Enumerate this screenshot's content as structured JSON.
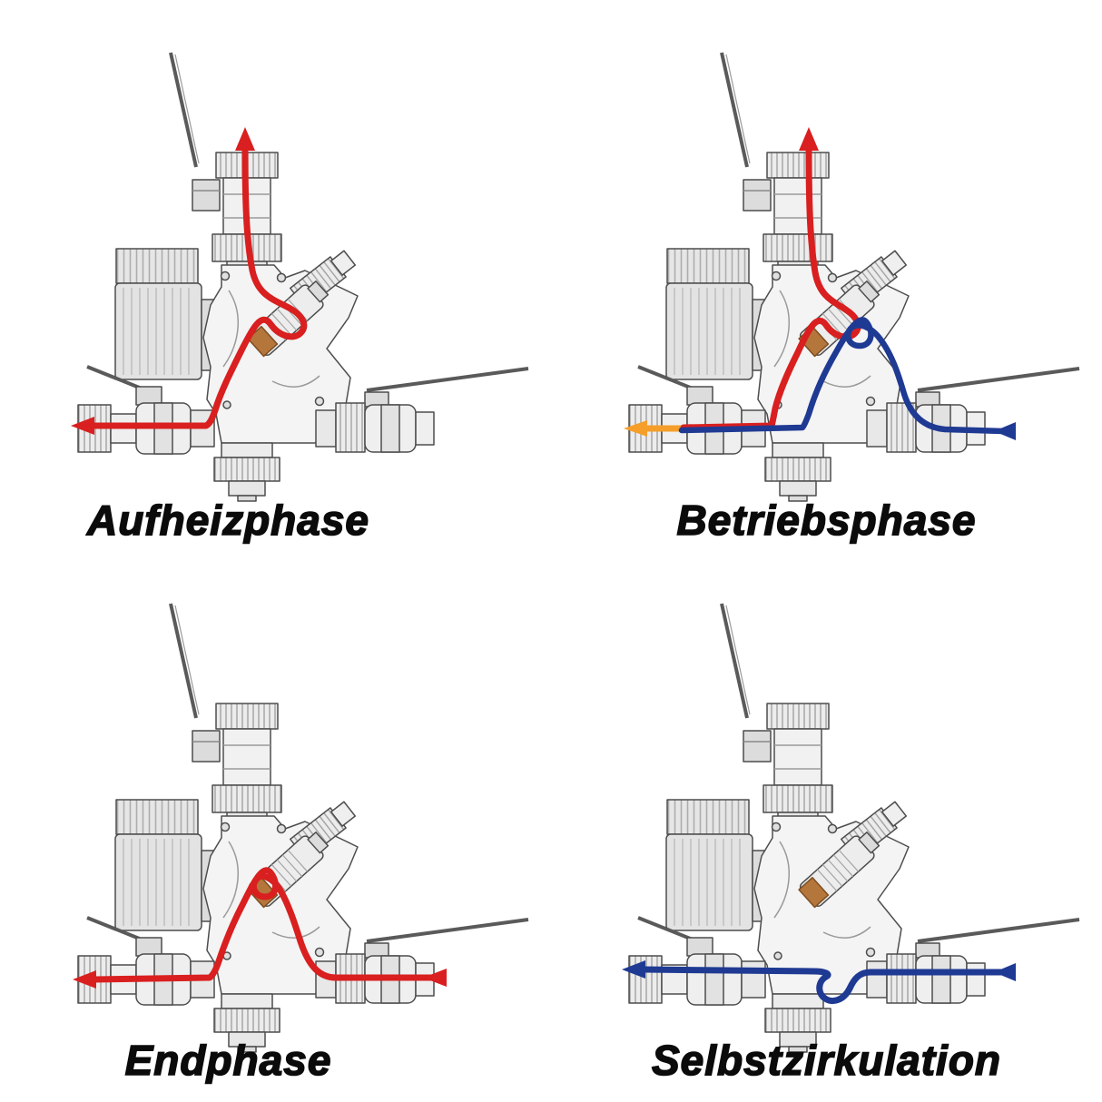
{
  "diagram": {
    "panels": [
      {
        "id": "aufheizphase",
        "label": "Aufheizphase",
        "flows": [
          {
            "name": "hot-circulation",
            "color_ref": "hot",
            "arrows": [
              "up-at-top-pipe",
              "out-left-at-left-pipe"
            ]
          }
        ]
      },
      {
        "id": "betriebsphase",
        "label": "Betriebsphase",
        "flows": [
          {
            "name": "hot-to-boiler",
            "color_ref": "hot",
            "arrows": [
              "up-at-top-pipe"
            ]
          },
          {
            "name": "cold-return",
            "color_ref": "cold",
            "arrows": [
              "in-from-right-pipe"
            ]
          },
          {
            "name": "mixed-outlet",
            "color_ref": "warm",
            "arrows": [
              "out-left-at-left-pipe"
            ]
          }
        ]
      },
      {
        "id": "endphase",
        "label": "Endphase",
        "flows": [
          {
            "name": "full-flow",
            "color_ref": "hot",
            "arrows": [
              "in-from-right-pipe",
              "out-left-at-left-pipe"
            ]
          }
        ]
      },
      {
        "id": "selbstzirkulation",
        "label": "Selbstzirkulation",
        "flows": [
          {
            "name": "gravity-circulation",
            "color_ref": "cold",
            "arrows": [
              "in-from-right-pipe",
              "out-left-at-left-pipe"
            ]
          }
        ]
      }
    ],
    "colors": {
      "hot": "#d91f1f",
      "cold": "#1f3a93",
      "warm": "#f59e2a",
      "outline": "#4d4d4d",
      "metal_light": "#efefef",
      "metal_mid": "#e2e2e2",
      "thermostat_brass": "#b5763c",
      "background": "#ffffff",
      "label_color": "#0b0b0b"
    }
  }
}
